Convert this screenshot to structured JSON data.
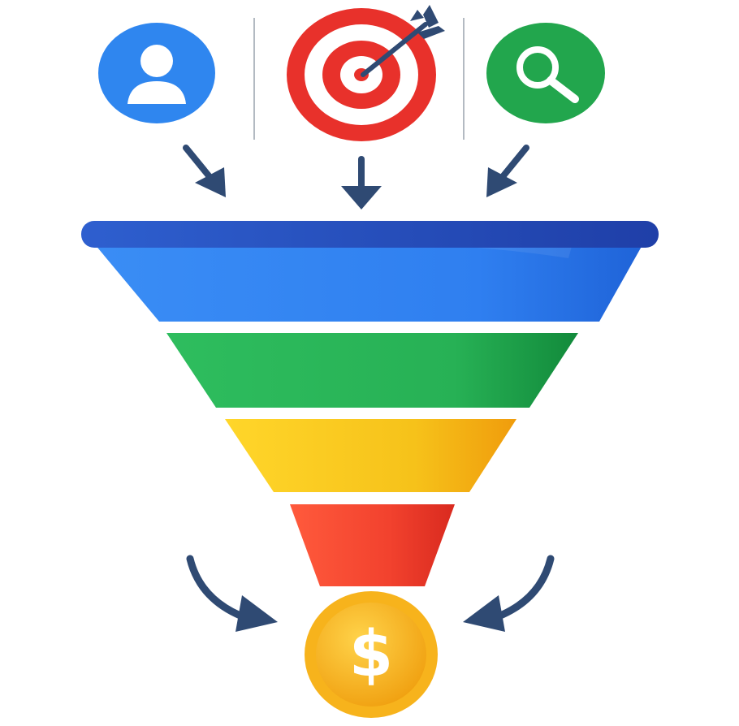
{
  "icons": [
    {
      "name": "user-icon",
      "color": "#2f86ef"
    },
    {
      "name": "target-icon",
      "color": "#e8312b"
    },
    {
      "name": "search-icon",
      "color": "#22a64d"
    }
  ],
  "funnel": {
    "rim_color": "#2a56c4",
    "stages": [
      {
        "name": "funnel-stage-1",
        "color": "#2f7ff0"
      },
      {
        "name": "funnel-stage-2",
        "color": "#27b155"
      },
      {
        "name": "funnel-stage-3",
        "color": "#f6c21a"
      },
      {
        "name": "funnel-stage-4",
        "color": "#f2422e"
      }
    ]
  },
  "coin": {
    "symbol": "$",
    "color": "#f7b31c"
  },
  "arrow_color": "#2f4a73"
}
